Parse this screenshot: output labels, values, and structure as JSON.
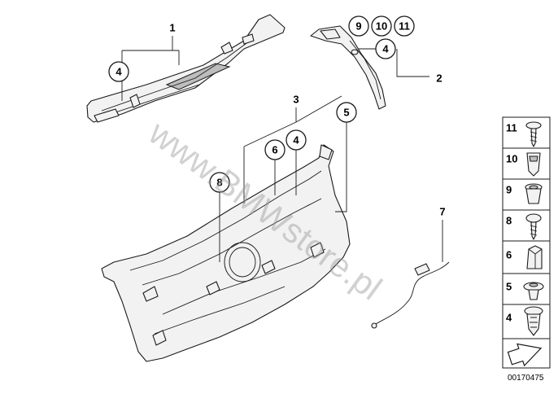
{
  "watermark": "www.BMWstore.pl",
  "document_number": "00170475",
  "callouts": {
    "part_1": "1",
    "part_2": "2",
    "part_3": "3",
    "part_7": "7",
    "circle_4_top": "4",
    "circle_4_bracket": "4",
    "circle_4_lid": "4",
    "circle_6": "6",
    "circle_8": "8",
    "circle_5": "5",
    "circle_9": "9",
    "circle_10": "10",
    "circle_11": "11"
  },
  "legend": {
    "items": [
      {
        "number": "11",
        "icon": "screw-icon"
      },
      {
        "number": "10",
        "icon": "clip-nut-icon"
      },
      {
        "number": "9",
        "icon": "grommet-icon"
      },
      {
        "number": "8",
        "icon": "self-tapping-screw-icon"
      },
      {
        "number": "6",
        "icon": "rubber-buffer-icon"
      },
      {
        "number": "5",
        "icon": "push-rivet-icon"
      },
      {
        "number": "4",
        "icon": "expanding-clip-icon"
      }
    ],
    "arrow_icon": "direction-arrow-icon"
  }
}
